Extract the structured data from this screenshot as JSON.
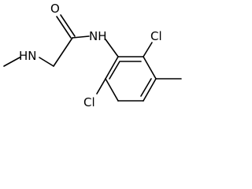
{
  "structure": {
    "atoms": {
      "oxygen": "O",
      "amide_nitrogen": "NH",
      "amine_nitrogen": "HN",
      "chlorine_top": "Cl",
      "chlorine_bottom": "Cl"
    },
    "colors": {
      "bond": "#000000",
      "label": "#000000",
      "background": "#ffffff"
    }
  }
}
